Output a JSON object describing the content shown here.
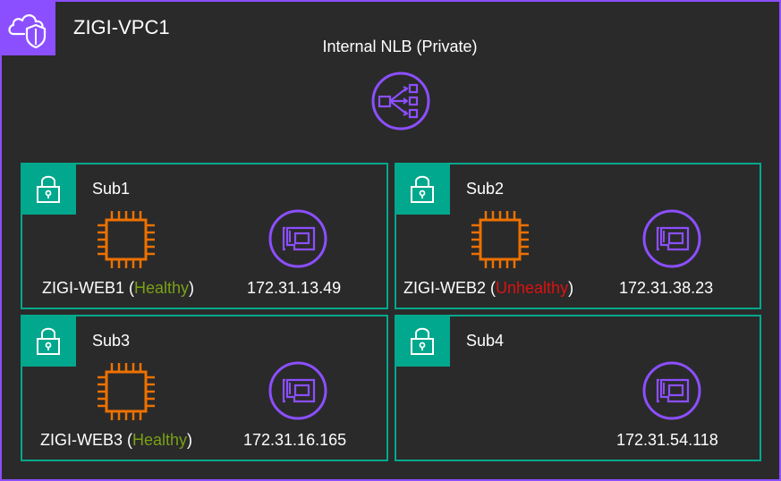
{
  "vpc": {
    "title": "ZIGI-VPC1",
    "icon": "cloud-shield-icon",
    "color": "#8C4FFF"
  },
  "nlb": {
    "label": "Internal NLB (Private)",
    "icon": "network-load-balancer-icon",
    "color": "#8C4FFF"
  },
  "colors": {
    "subnet": "#01A88D",
    "compute": "#ED7100",
    "eni": "#8C4FFF",
    "healthy": "#7AA116",
    "unhealthy": "#DD1111"
  },
  "subnets": [
    {
      "label": "Sub1",
      "instance": {
        "name": "ZIGI-WEB1",
        "open": " (",
        "status": "Healthy",
        "close": ")"
      },
      "ip": "172.31.13.49"
    },
    {
      "label": "Sub2",
      "instance": {
        "name": "ZIGI-WEB2",
        "open": " (",
        "status": "Unhealthy",
        "close": ")"
      },
      "ip": "172.31.38.23"
    },
    {
      "label": "Sub3",
      "instance": {
        "name": "ZIGI-WEB3",
        "open": " (",
        "status": "Healthy",
        "close": ")"
      },
      "ip": "172.31.16.165"
    },
    {
      "label": "Sub4",
      "ip": "172.31.54.118"
    }
  ]
}
